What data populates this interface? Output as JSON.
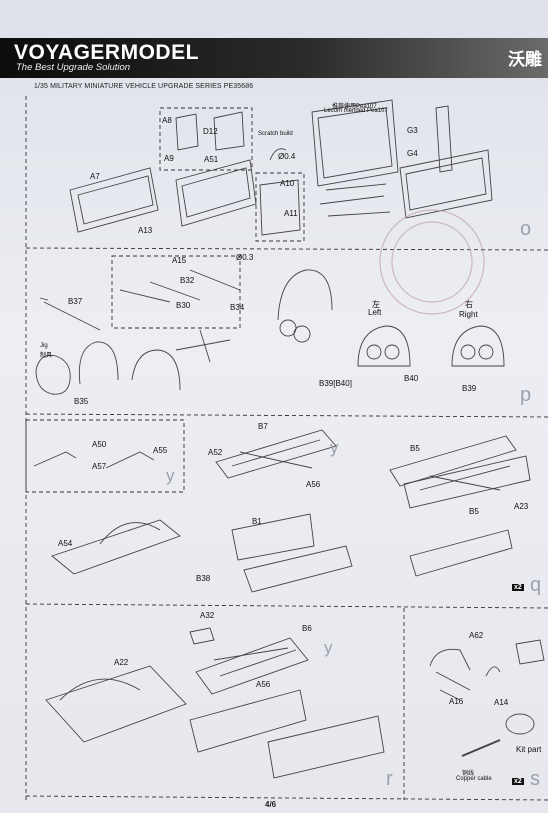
{
  "header": {
    "brand": "VOYAGERMODEL",
    "tagline": "The Best Upgrade Solution",
    "chinese_title": "沃雕",
    "series_line": "1/35 MILITARY MINIATURE VEHICLE  UPGRADE SERIES PE35686",
    "page": "4/6"
  },
  "sections": {
    "o": {
      "letter": "o"
    },
    "p": {
      "letter": "p"
    },
    "y": {
      "letter": "y"
    },
    "q": {
      "letter": "q",
      "multiplier": "x2"
    },
    "r": {
      "letter": "r"
    },
    "s": {
      "letter": "s",
      "multiplier": "x2"
    }
  },
  "labels": {
    "a8": "A8",
    "d12": "D12",
    "a9": "A9",
    "a51": "A51",
    "a7": "A7",
    "a13": "A13",
    "a10": "A10",
    "a11": "A11",
    "scratch": "Scratch build",
    "phi04": "Ø0.4",
    "rec_cn": "推荐使用Pea107",
    "rec_en": "Lecom mended Pea107",
    "g3": "G3",
    "g4": "G4",
    "a15": "A15",
    "phi03": "Ø0.3",
    "b32": "B32",
    "b30": "B30",
    "b34": "B34",
    "b37": "B37",
    "jig_en": "Jig",
    "jig_cn": "制具",
    "b35": "B35",
    "b39b40": "B39[B40]",
    "left_cn": "左",
    "left_en": "Left",
    "right_cn": "右",
    "right_en": "Right",
    "b40": "B40",
    "b39": "B39",
    "a50": "A50",
    "a57": "A57",
    "a55": "A55",
    "a52": "A52",
    "b7": "B7",
    "a56_1": "A56",
    "b5_1": "B5",
    "b5_2": "B5",
    "a23": "A23",
    "a54": "A54",
    "b1": "B1",
    "b38": "B38",
    "a32": "A32",
    "b6": "B6",
    "a22": "A22",
    "a56_2": "A56",
    "a62": "A62",
    "a16": "A16",
    "a14": "A14",
    "kit_part": "Kit part",
    "copper_cn": "铜线",
    "copper_en": "Copper cable"
  }
}
